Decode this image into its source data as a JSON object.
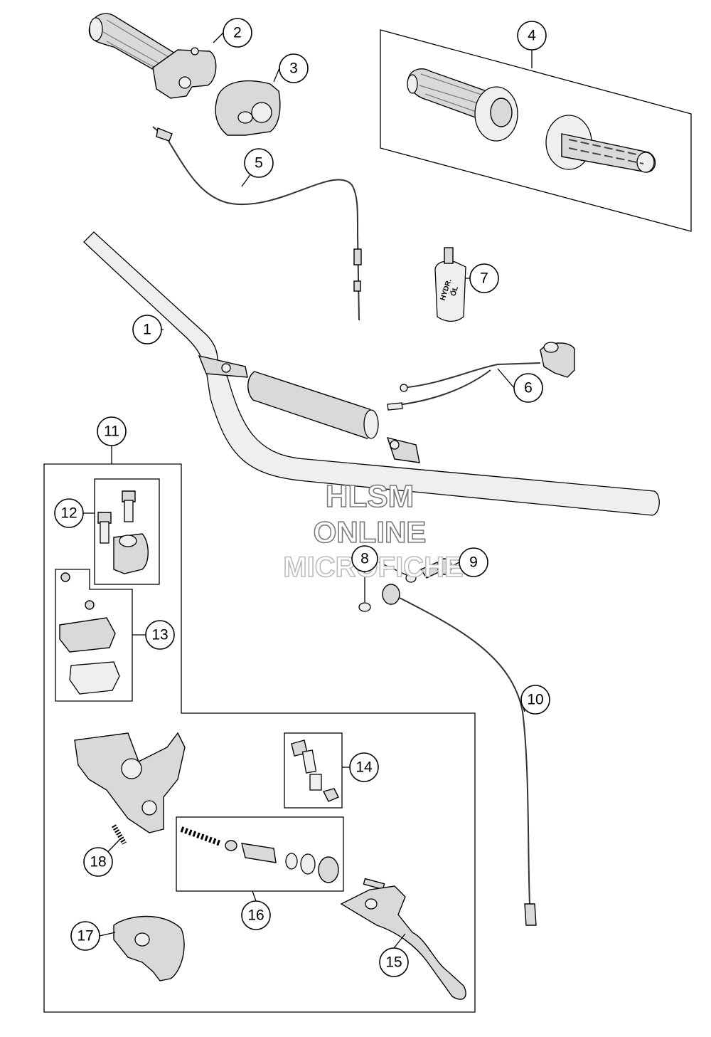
{
  "watermark": {
    "line1": "HLSM",
    "line2": "ONLINE",
    "line3": "MICROFICHE"
  },
  "parts_label": {
    "hydraulic_oil_1": "HYDR.",
    "hydraulic_oil_2": "ÖL"
  },
  "callouts": [
    "1",
    "2",
    "3",
    "4",
    "5",
    "6",
    "7",
    "8",
    "9",
    "10",
    "11",
    "12",
    "13",
    "14",
    "15",
    "16",
    "17",
    "18"
  ]
}
